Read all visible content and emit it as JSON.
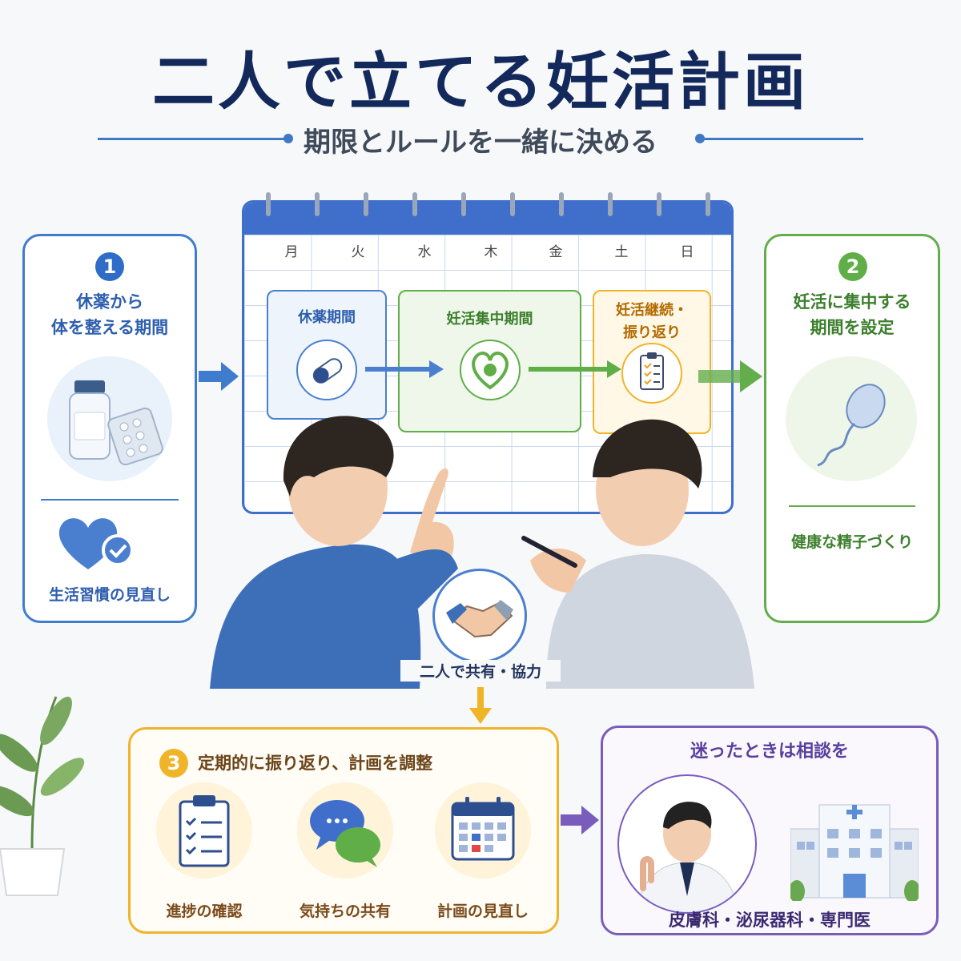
{
  "title": "二人で立てる妊活計画",
  "subtitle": "期限とルールを一緒に決める",
  "calendar": {
    "days": [
      "月",
      "火",
      "水",
      "木",
      "金",
      "土",
      "日"
    ],
    "phases": [
      {
        "label": "休薬期間",
        "color": "#4a7fd0"
      },
      {
        "label": "妊活集中期間",
        "color": "#5fae48"
      },
      {
        "label": "妊活継続・\n振り返り",
        "color": "#e8a317"
      }
    ]
  },
  "panel1": {
    "number": "1",
    "heading": "休薬から\n体を整える期間",
    "footer": "生活習慣の見直し",
    "icons": [
      "medicine-bottle-icon",
      "pill-pack-icon",
      "heart-check-icon"
    ]
  },
  "panel2": {
    "number": "2",
    "heading": "妊活に集中する\n期間を設定",
    "footer": "健康な精子づくり",
    "icons": [
      "sperm-icon"
    ]
  },
  "center": {
    "share_label": "二人で共有・協力",
    "icons": [
      "handshake-icon"
    ]
  },
  "panel3": {
    "number": "3",
    "heading": "定期的に振り返り、計画を調整",
    "items": [
      {
        "label": "進捗の確認",
        "icon": "clipboard-checklist-icon"
      },
      {
        "label": "気持ちの共有",
        "icon": "chat-bubbles-icon"
      },
      {
        "label": "計画の見直し",
        "icon": "calendar-icon"
      }
    ]
  },
  "panel4": {
    "heading": "迷ったときは相談を",
    "footer": "皮膚科・泌尿器科・専門医",
    "icons": [
      "doctor-icon",
      "hospital-icon"
    ]
  },
  "colors": {
    "navy": "#13295b",
    "blue": "#3f7ccd",
    "green": "#64ad4c",
    "orange": "#f0b429",
    "purple": "#7a5cbd"
  }
}
